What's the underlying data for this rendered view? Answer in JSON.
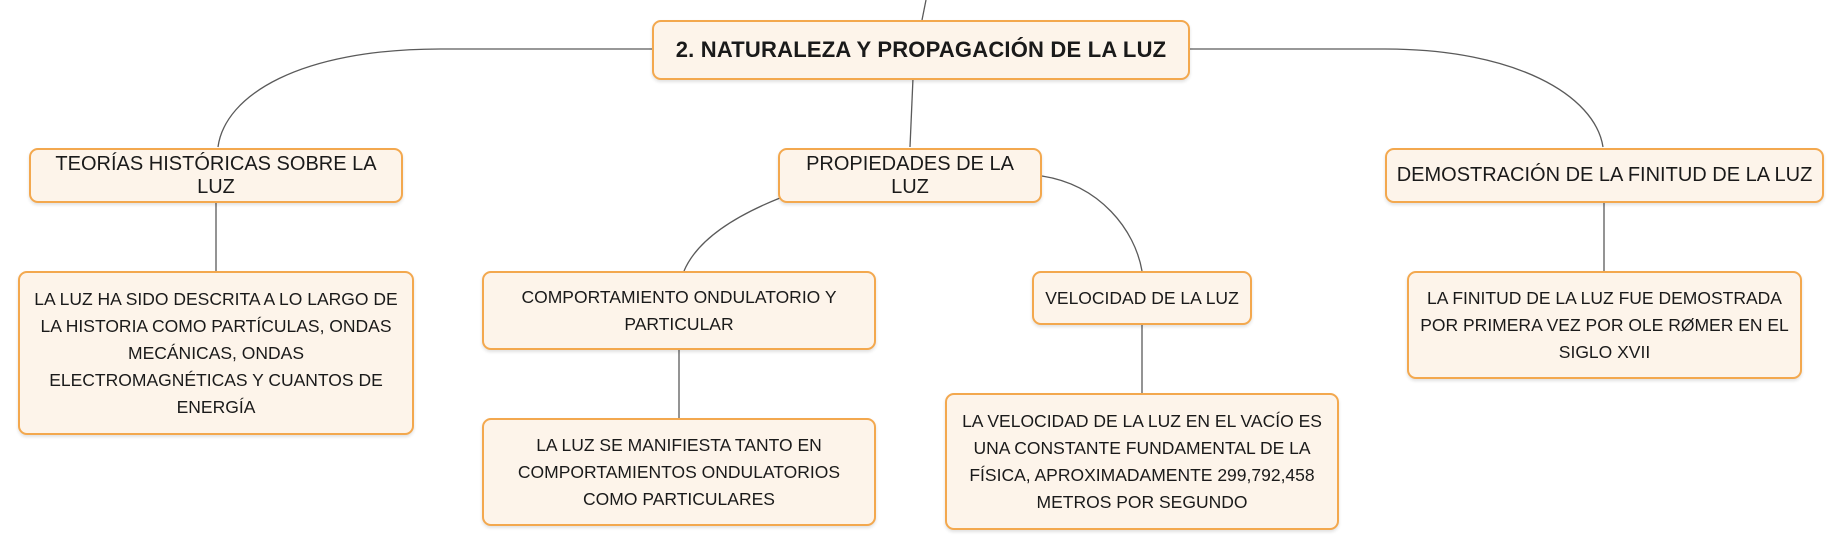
{
  "root": {
    "label": "2. NATURALEZA Y PROPAGACIÓN DE LA LUZ"
  },
  "branches": {
    "historical": {
      "label": "TEORÍAS HISTÓRICAS SOBRE LA LUZ",
      "detail": "LA LUZ HA SIDO DESCRITA A LO LARGO DE LA HISTORIA COMO PARTÍCULAS, ONDAS MECÁNICAS, ONDAS ELECTROMAGNÉTICAS Y CUANTOS DE ENERGÍA"
    },
    "properties": {
      "label": "PROPIEDADES DE LA LUZ",
      "behavior": {
        "label": "COMPORTAMIENTO ONDULATORIO Y PARTICULAR",
        "detail": "LA LUZ SE MANIFIESTA TANTO EN COMPORTAMIENTOS ONDULATORIOS COMO PARTICULARES"
      },
      "speed": {
        "label": "VELOCIDAD DE LA LUZ",
        "detail": "LA VELOCIDAD DE LA LUZ EN EL VACÍO ES UNA CONSTANTE FUNDAMENTAL DE LA FÍSICA, APROXIMADAMENTE 299,792,458 METROS POR SEGUNDO"
      }
    },
    "finitude": {
      "label": "DEMOSTRACIÓN DE LA FINITUD DE LA LUZ",
      "detail": "LA FINITUD DE LA LUZ FUE DEMOSTRADA POR PRIMERA VEZ POR OLE RØMER EN EL SIGLO XVII"
    }
  }
}
